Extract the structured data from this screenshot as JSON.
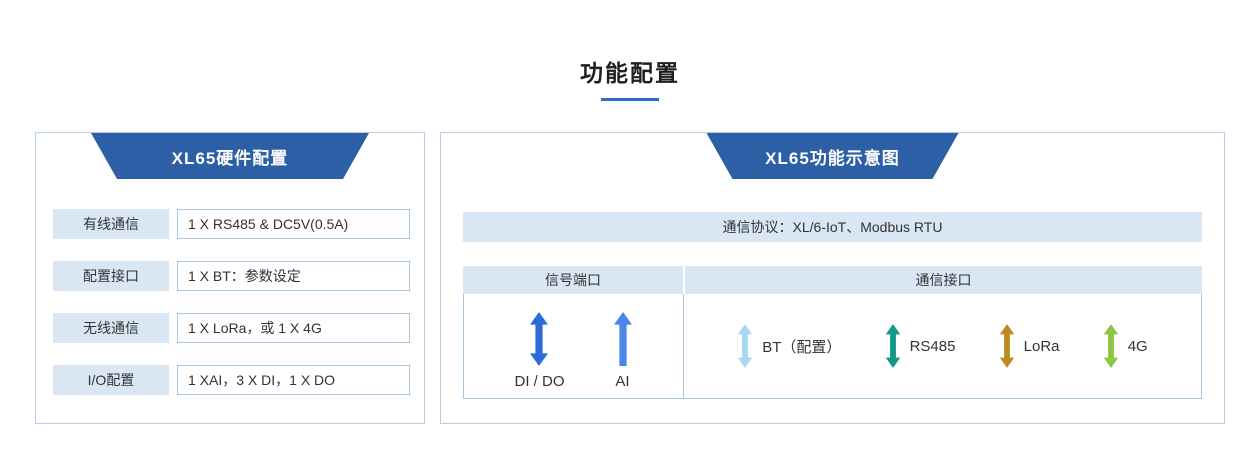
{
  "page": {
    "title": "功能配置"
  },
  "left_panel": {
    "banner": "XL65硬件配置",
    "rows": [
      {
        "label": "有线通信",
        "value": "1 X RS485 & DC5V(0.5A)"
      },
      {
        "label": "配置接口",
        "value": "1 X BT：参数设定"
      },
      {
        "label": "无线通信",
        "value": "1 X LoRa，或 1 X 4G"
      },
      {
        "label": "I/O配置",
        "value": "1 XAI，3 X DI，1 X DO"
      }
    ]
  },
  "right_panel": {
    "banner": "XL65功能示意图",
    "protocol": "通信协议：XL/6-IoT、Modbus RTU",
    "signal_header": "信号端口",
    "comm_header": "通信接口",
    "signal_items": [
      {
        "label": "DI / DO",
        "icon": "double-arrow",
        "color": "#2f6bd8"
      },
      {
        "label": "AI",
        "icon": "up-arrow",
        "color": "#4a86e8"
      }
    ],
    "comm_items": [
      {
        "label": "BT（配置）",
        "icon": "double-arrow",
        "color": "#a8d8f0"
      },
      {
        "label": "RS485",
        "icon": "double-arrow",
        "color": "#13988a"
      },
      {
        "label": "LoRa",
        "icon": "double-arrow",
        "color": "#bc8b20"
      },
      {
        "label": "4G",
        "icon": "double-arrow",
        "color": "#8dc63f"
      }
    ]
  },
  "colors": {
    "banner_blue": "#2d5fa6",
    "light_blue_fill": "#d9e7f5",
    "border_blue": "#a6c6e6",
    "underline_blue": "#2e6cc0"
  }
}
